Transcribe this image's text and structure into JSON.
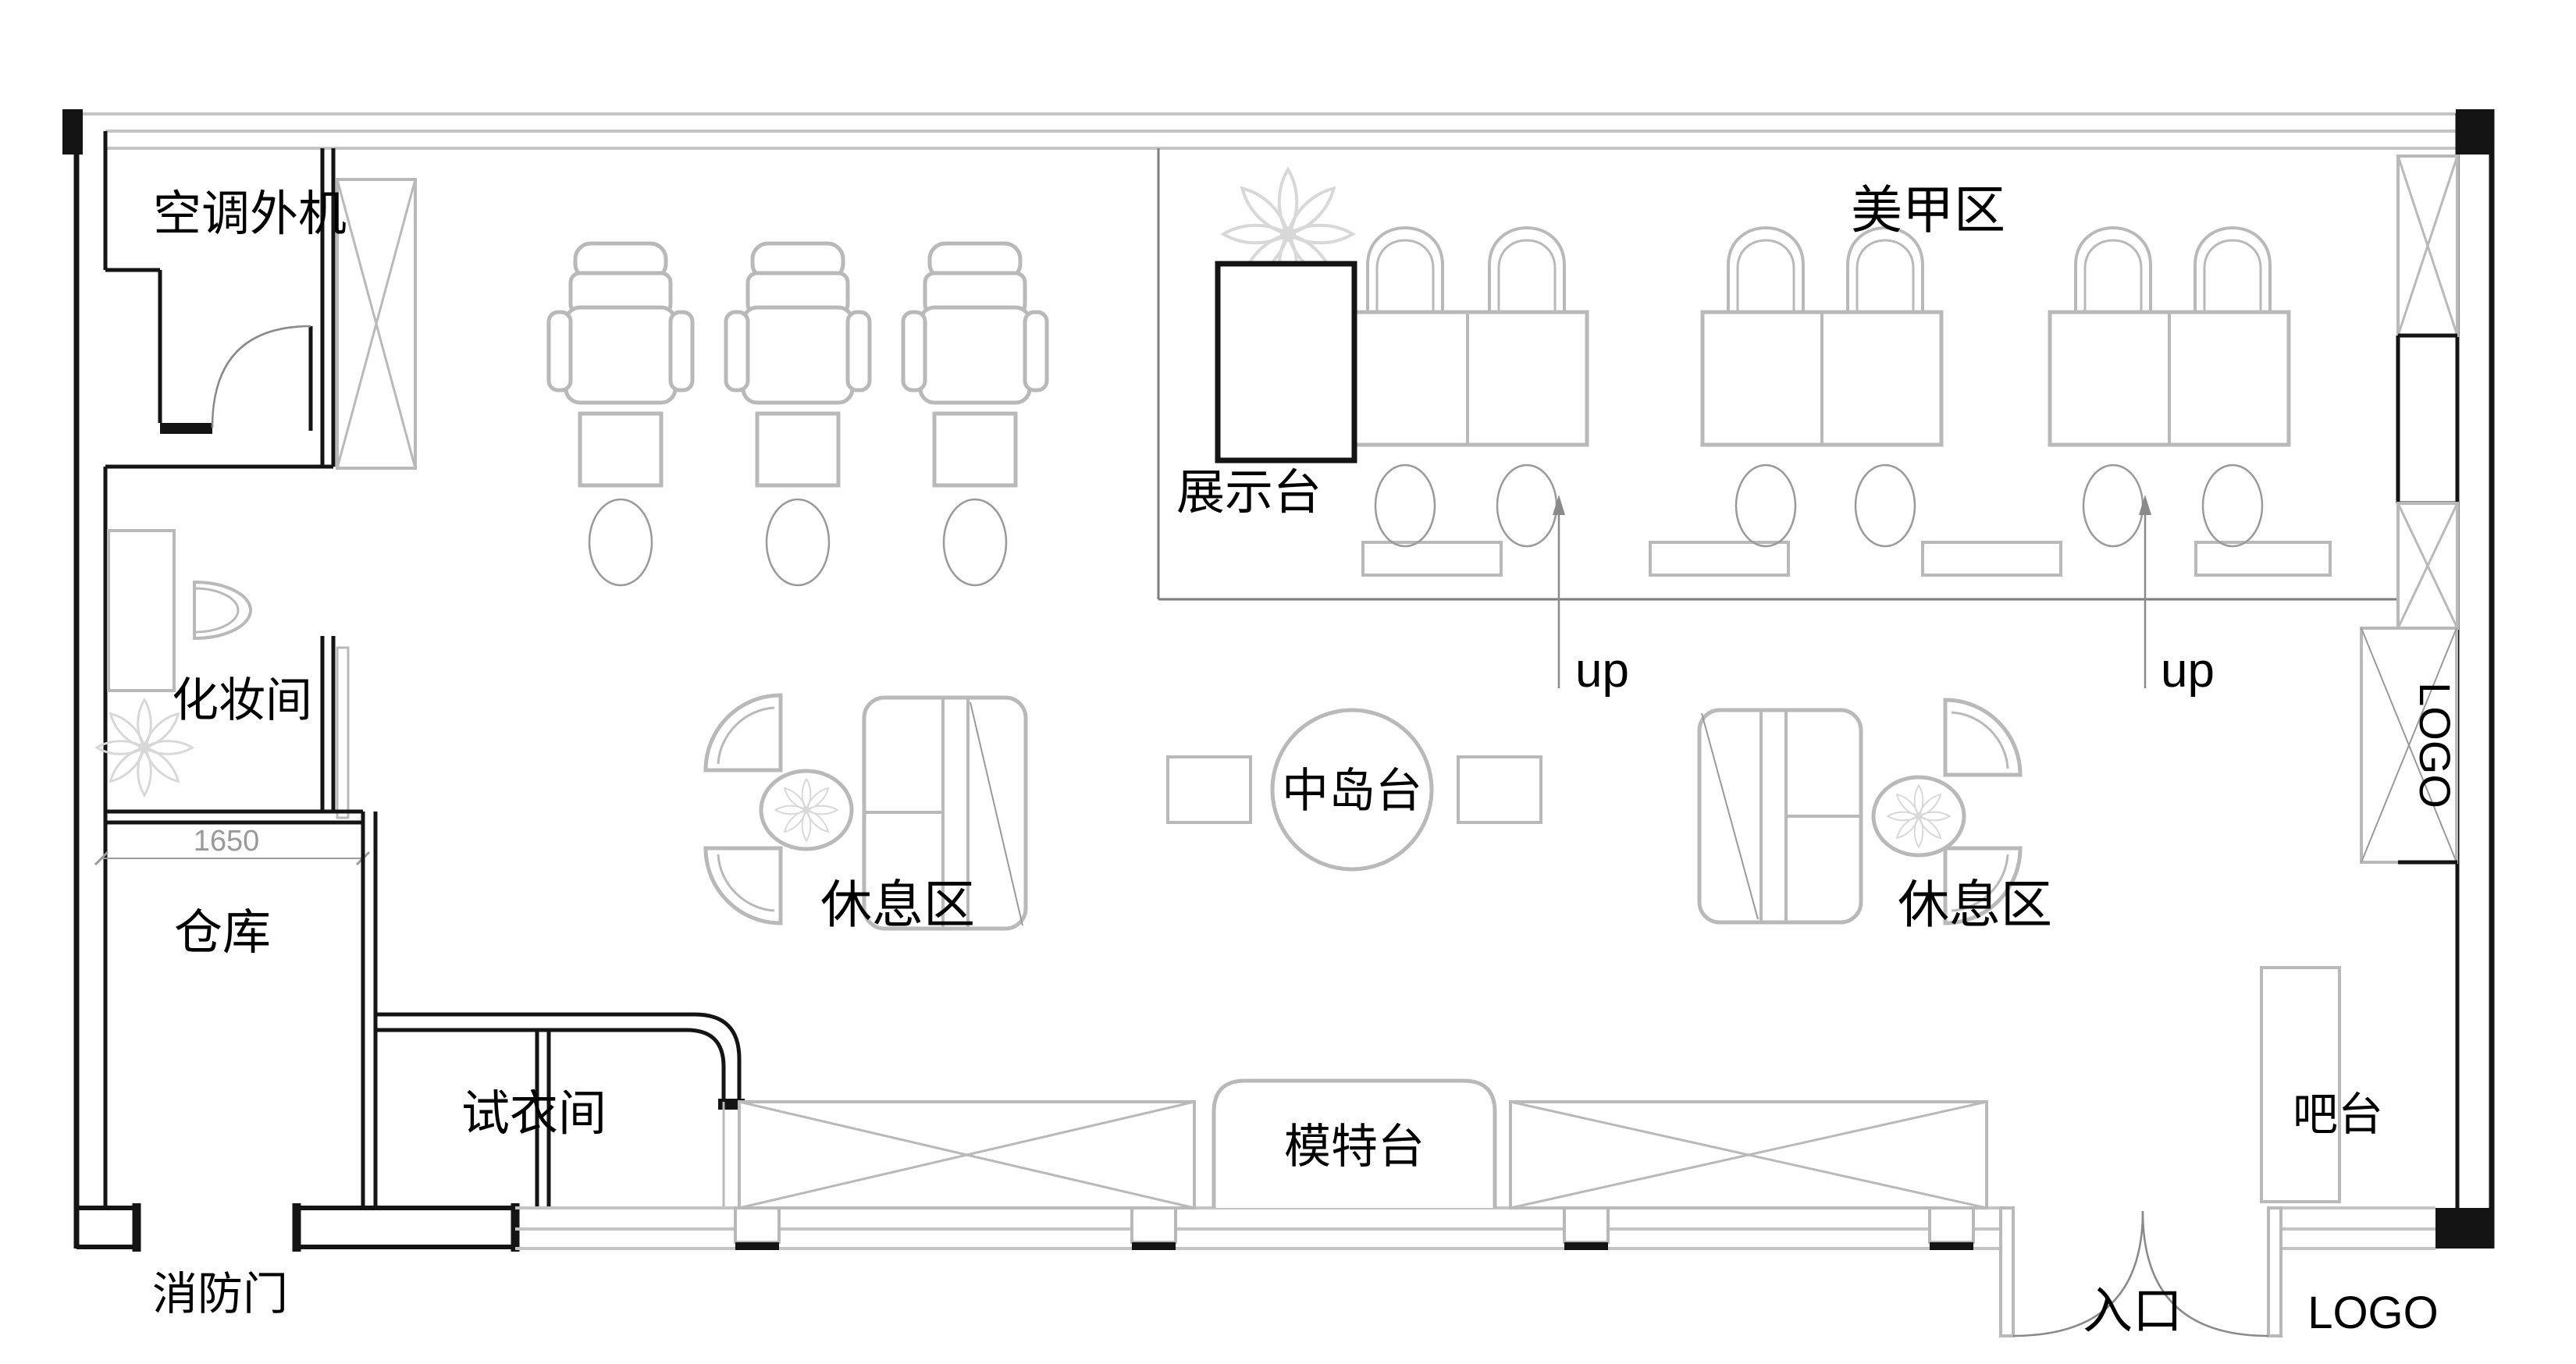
{
  "labels": {
    "ac_outdoor_unit": "空调外机",
    "nail_area": "美甲区",
    "display_stand": "展示台",
    "up_left": "up",
    "up_right": "up",
    "makeup_room": "化妆间",
    "lounge_left": "休息区",
    "lounge_right": "休息区",
    "center_island": "中岛台",
    "warehouse": "仓库",
    "dimension_1650": "1650",
    "fitting_room": "试衣间",
    "model_stage": "模特台",
    "fire_door": "消防门",
    "entrance": "入口",
    "logo_side": "LOGO",
    "logo_front": "LOGO",
    "bar_counter": "吧台"
  },
  "colors": {
    "wall": "#141414",
    "furniture": "#b9b9b9",
    "decor": "#d8d8d8",
    "annotation": "#8a8a8a",
    "text": "#000000",
    "background": "#ffffff"
  }
}
